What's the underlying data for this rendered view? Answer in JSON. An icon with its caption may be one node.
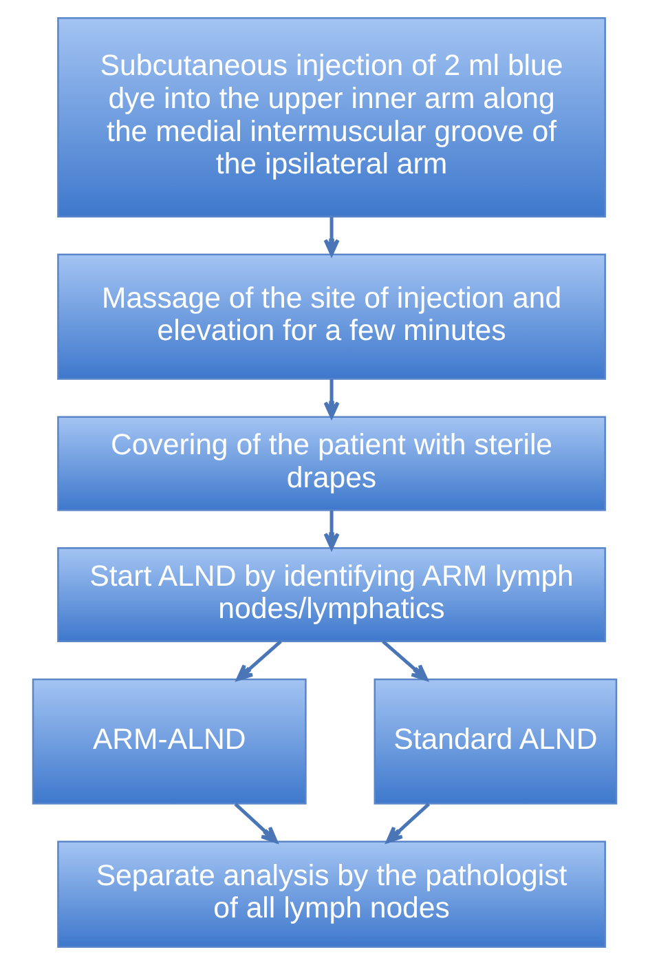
{
  "diagram": {
    "nodes": [
      {
        "text": [
          "Subcutaneous injection of 2 ml blue dye into the upper inner arm along the medial intermuscular groove of the ipsilateral arm"
        ]
      },
      {
        "text": [
          "Massage of the site of injection and elevation for a few minutes"
        ]
      },
      {
        "text": [
          "Covering of the patient with sterile drapes"
        ]
      },
      {
        "text": [
          "Start ALND by identifying ARM lymph nodes/lymphatics"
        ]
      },
      {
        "text": [
          "ARM-ALND"
        ]
      },
      {
        "text": [
          "Standard ALND"
        ]
      },
      {
        "text": [
          "Separate analysis by the pathologist of all lymph nodes"
        ]
      }
    ],
    "edges": [
      {
        "from": 0,
        "to": 1,
        "arrow": "to"
      },
      {
        "from": 1,
        "to": 2,
        "arrow": "to"
      },
      {
        "from": 2,
        "to": 3,
        "arrow": "to"
      },
      {
        "from": 3,
        "to": 4,
        "arrow": "to"
      },
      {
        "from": 3,
        "to": 5,
        "arrow": "to"
      },
      {
        "from": 4,
        "to": 6,
        "arrow": "to"
      },
      {
        "from": 5,
        "to": 6,
        "arrow": "to"
      }
    ]
  }
}
